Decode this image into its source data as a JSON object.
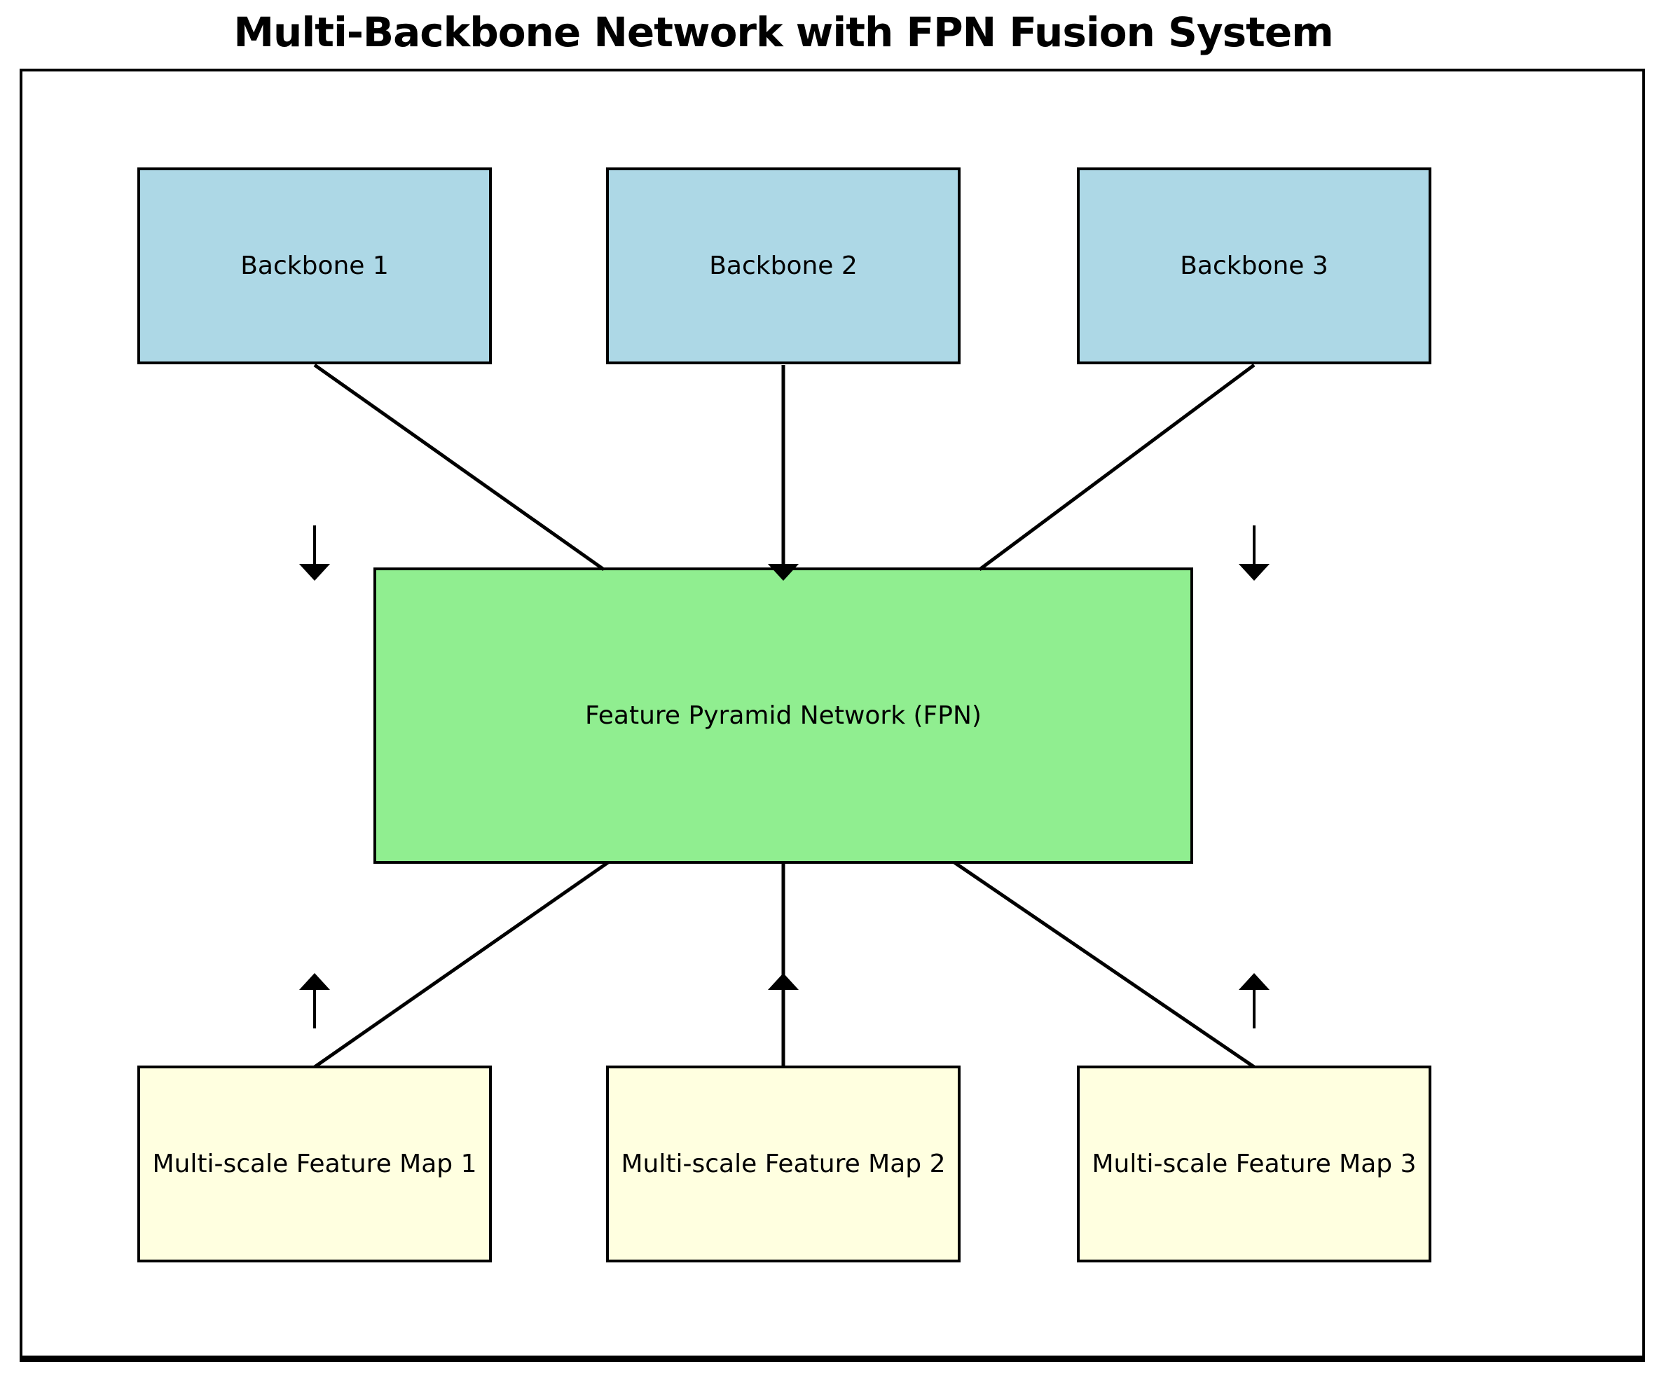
{
  "title": "Multi-Backbone Network with FPN Fusion System",
  "nodes": {
    "backbones": [
      {
        "label": "Backbone 1"
      },
      {
        "label": "Backbone 2"
      },
      {
        "label": "Backbone 3"
      }
    ],
    "fpn": {
      "label": "Feature Pyramid Network (FPN)"
    },
    "feature_maps": [
      {
        "label": "Multi-scale Feature Map 1"
      },
      {
        "label": "Multi-scale Feature Map 2"
      },
      {
        "label": "Multi-scale Feature Map 3"
      }
    ]
  },
  "edges": [
    {
      "from": "Backbone 1",
      "to": "Feature Pyramid Network (FPN)"
    },
    {
      "from": "Backbone 2",
      "to": "Feature Pyramid Network (FPN)"
    },
    {
      "from": "Backbone 3",
      "to": "Feature Pyramid Network (FPN)"
    },
    {
      "from": "Feature Pyramid Network (FPN)",
      "to": "Multi-scale Feature Map 1"
    },
    {
      "from": "Feature Pyramid Network (FPN)",
      "to": "Multi-scale Feature Map 2"
    },
    {
      "from": "Feature Pyramid Network (FPN)",
      "to": "Multi-scale Feature Map 3"
    }
  ],
  "flow_arrows": [
    {
      "column": 1,
      "direction": "down"
    },
    {
      "column": 2,
      "direction": "down"
    },
    {
      "column": 3,
      "direction": "down"
    },
    {
      "column": 1,
      "direction": "up"
    },
    {
      "column": 2,
      "direction": "up"
    },
    {
      "column": 3,
      "direction": "up"
    }
  ],
  "colors": {
    "backbone_fill": "#ADD8E6",
    "fpn_fill": "#90EE90",
    "feature_map_fill": "#FFFFE0",
    "stroke": "#000000",
    "background": "#FFFFFF"
  }
}
